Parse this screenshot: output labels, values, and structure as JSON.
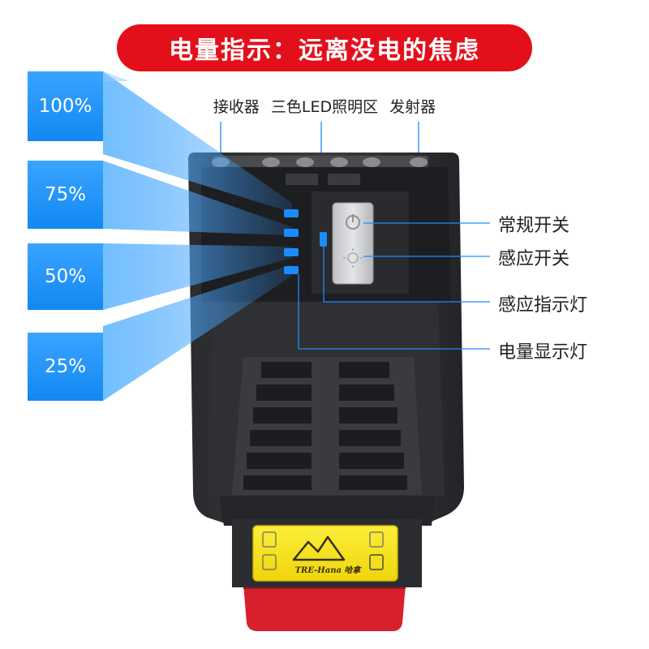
{
  "banner": {
    "title": "电量指示：远离没电的焦虑"
  },
  "top_labels": {
    "receiver": "接收器",
    "led_area": "三色LED照明区",
    "emitter": "发射器"
  },
  "battery_levels": [
    {
      "label": "100%",
      "level": 1.0
    },
    {
      "label": "75%",
      "level": 0.75
    },
    {
      "label": "50%",
      "level": 0.5
    },
    {
      "label": "25%",
      "level": 0.25
    }
  ],
  "callouts": {
    "normal_switch": "常规开关",
    "sensor_switch": "感应开关",
    "sensor_indicator": "感应指示灯",
    "battery_indicator": "电量显示灯"
  },
  "brand": {
    "logo_text": "TRE-Hana 哈拿"
  },
  "colors": {
    "banner_red": "#e3101c",
    "indicator_blue": "#1a8cff",
    "panel_yellow": "#f6e312",
    "clip_red": "#d8202c"
  }
}
